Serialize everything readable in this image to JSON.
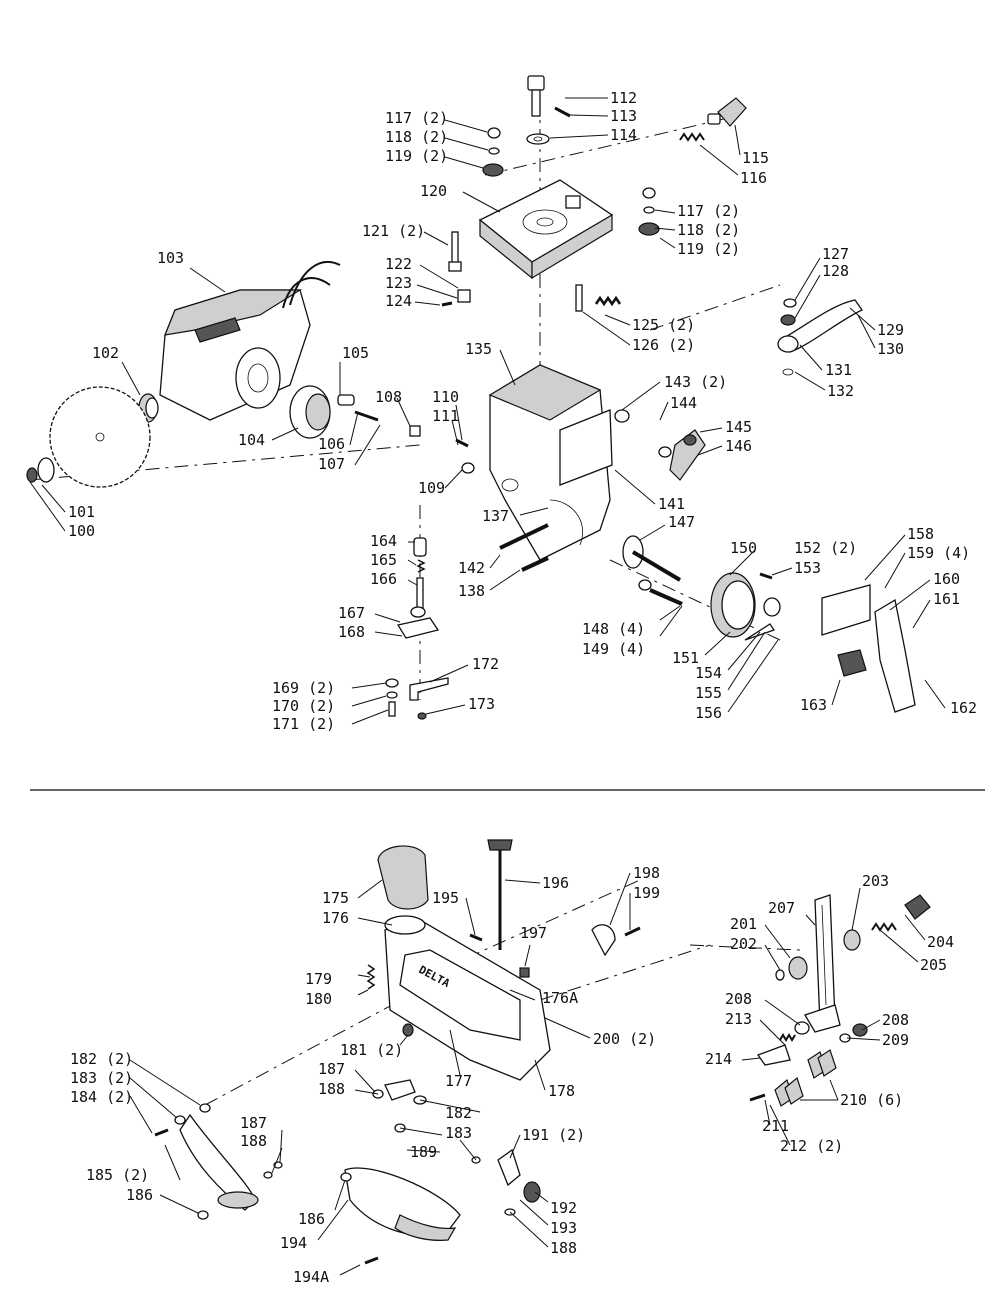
{
  "labels": {
    "p112": "112",
    "p113": "113",
    "p114": "114",
    "p115": "115",
    "p116": "116",
    "p117a": "117 (2)",
    "p118a": "118 (2)",
    "p119a": "119 (2)",
    "p117b": "117 (2)",
    "p118b": "118 (2)",
    "p119b": "119 (2)",
    "p120": "120",
    "p121": "121 (2)",
    "p122": "122",
    "p123": "123",
    "p124": "124",
    "p125": "125 (2)",
    "p126": "126 (2)",
    "p103": "103",
    "p102": "102",
    "p105": "105",
    "p104": "104",
    "p106": "106",
    "p107": "107",
    "p108": "108",
    "p101": "101",
    "p100": "100",
    "p110": "110",
    "p111": "111",
    "p109": "109",
    "p135": "135",
    "p143": "143 (2)",
    "p144": "144",
    "p145": "145",
    "p146": "146",
    "p141": "141",
    "p137": "137",
    "p147": "147",
    "p142": "142",
    "p138": "138",
    "p150": "150",
    "p152": "152 (2)",
    "p153": "153",
    "p148": "148 (4)",
    "p149": "149 (4)",
    "p151": "151",
    "p154": "154",
    "p155": "155",
    "p156": "156",
    "p127": "127",
    "p128": "128",
    "p129": "129",
    "p130": "130",
    "p131": "131",
    "p132": "132",
    "p158": "158",
    "p159": "159 (4)",
    "p160": "160",
    "p161": "161",
    "p163": "163",
    "p162": "162",
    "p164": "164",
    "p165": "165",
    "p166": "166",
    "p167": "167",
    "p168": "168",
    "p172": "172",
    "p169": "169 (2)",
    "p170": "170 (2)",
    "p171": "171 (2)",
    "p173": "173",
    "p175": "175",
    "p176": "176",
    "p195": "195",
    "p196": "196",
    "p197": "197",
    "p198": "198",
    "p199": "199",
    "p176A": "176A",
    "p200": "200 (2)",
    "p179": "179",
    "p180": "180",
    "p181": "181 (2)",
    "p177": "177",
    "p178": "178",
    "p182a": "182 (2)",
    "p183a": "183 (2)",
    "p184a": "184 (2)",
    "p185": "185 (2)",
    "p186a": "186",
    "p187a": "187",
    "p188a": "188",
    "p187b": "187",
    "p188b": "188",
    "p182b": "182",
    "p183b": "183",
    "p189": "189",
    "p191": "191 (2)",
    "p192": "192",
    "p193": "193",
    "p188c": "188",
    "p186b": "186",
    "p194": "194",
    "p194A": "194A",
    "p203": "203",
    "p207": "207",
    "p201": "201",
    "p202": "202",
    "p204": "204",
    "p205": "205",
    "p208a": "208",
    "p208b": "208",
    "p209": "209",
    "p213": "213",
    "p214": "214",
    "p210": "210 (6)",
    "p211": "211",
    "p212": "212 (2)"
  },
  "guard_badge": "DELTA"
}
